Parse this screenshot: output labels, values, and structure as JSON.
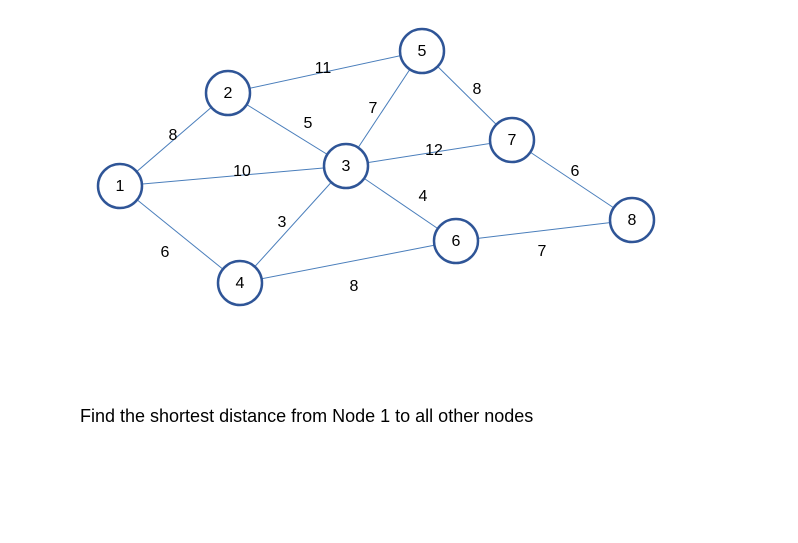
{
  "diagram": {
    "nodes": [
      {
        "id": "1",
        "label": "1"
      },
      {
        "id": "2",
        "label": "2"
      },
      {
        "id": "3",
        "label": "3"
      },
      {
        "id": "4",
        "label": "4"
      },
      {
        "id": "5",
        "label": "5"
      },
      {
        "id": "6",
        "label": "6"
      },
      {
        "id": "7",
        "label": "7"
      },
      {
        "id": "8",
        "label": "8"
      }
    ],
    "edges": [
      {
        "from": "1",
        "to": "2",
        "weight": "8"
      },
      {
        "from": "1",
        "to": "3",
        "weight": "10"
      },
      {
        "from": "1",
        "to": "4",
        "weight": "6"
      },
      {
        "from": "2",
        "to": "5",
        "weight": "11"
      },
      {
        "from": "2",
        "to": "3",
        "weight": "5"
      },
      {
        "from": "3",
        "to": "5",
        "weight": "7"
      },
      {
        "from": "3",
        "to": "4",
        "weight": "3"
      },
      {
        "from": "3",
        "to": "7",
        "weight": "12"
      },
      {
        "from": "3",
        "to": "6",
        "weight": "4"
      },
      {
        "from": "5",
        "to": "7",
        "weight": "8"
      },
      {
        "from": "4",
        "to": "6",
        "weight": "8"
      },
      {
        "from": "7",
        "to": "8",
        "weight": "6"
      },
      {
        "from": "6",
        "to": "8",
        "weight": "7"
      }
    ],
    "colors": {
      "edge": "#4a7ebb",
      "node_outline": "#2f5597"
    }
  },
  "caption": "Find the shortest distance from Node 1 to all other nodes"
}
